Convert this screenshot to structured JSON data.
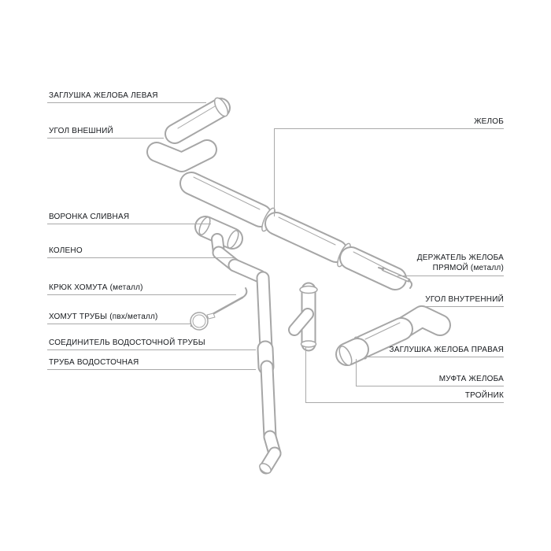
{
  "colors": {
    "background": "#ffffff",
    "leader_line": "#a9a9a9",
    "text": "#15181c",
    "drawing": "#a6a6a6"
  },
  "labels": {
    "left": [
      {
        "text": "ЗАГЛУШКА ЖЕЛОБА ЛЕВАЯ"
      },
      {
        "text": "УГОЛ ВНЕШНИЙ"
      },
      {
        "text": "ВОРОНКА СЛИВНАЯ"
      },
      {
        "text": "КОЛЕНО"
      },
      {
        "text": "КРЮК ХОМУТА (металл)"
      },
      {
        "text": "ХОМУТ ТРУБЫ (пвх/металл)"
      },
      {
        "text": "СОЕДИНИТЕЛЬ ВОДОСТОЧНОЙ ТРУБЫ"
      },
      {
        "text": "ТРУБА ВОДОСТОЧНАЯ"
      }
    ],
    "right": [
      {
        "text": "ЖЕЛОБ"
      },
      {
        "text": "ДЕРЖАТЕЛЬ ЖЕЛОБА",
        "text2": "ПРЯМОЙ (металл)"
      },
      {
        "text": "УГОЛ ВНУТРЕННИЙ"
      },
      {
        "text": "ЗАГЛУШКА ЖЕЛОБА ПРАВАЯ"
      },
      {
        "text": "МУФТА ЖЕЛОБА"
      },
      {
        "text": "ТРОЙНИК"
      }
    ]
  }
}
